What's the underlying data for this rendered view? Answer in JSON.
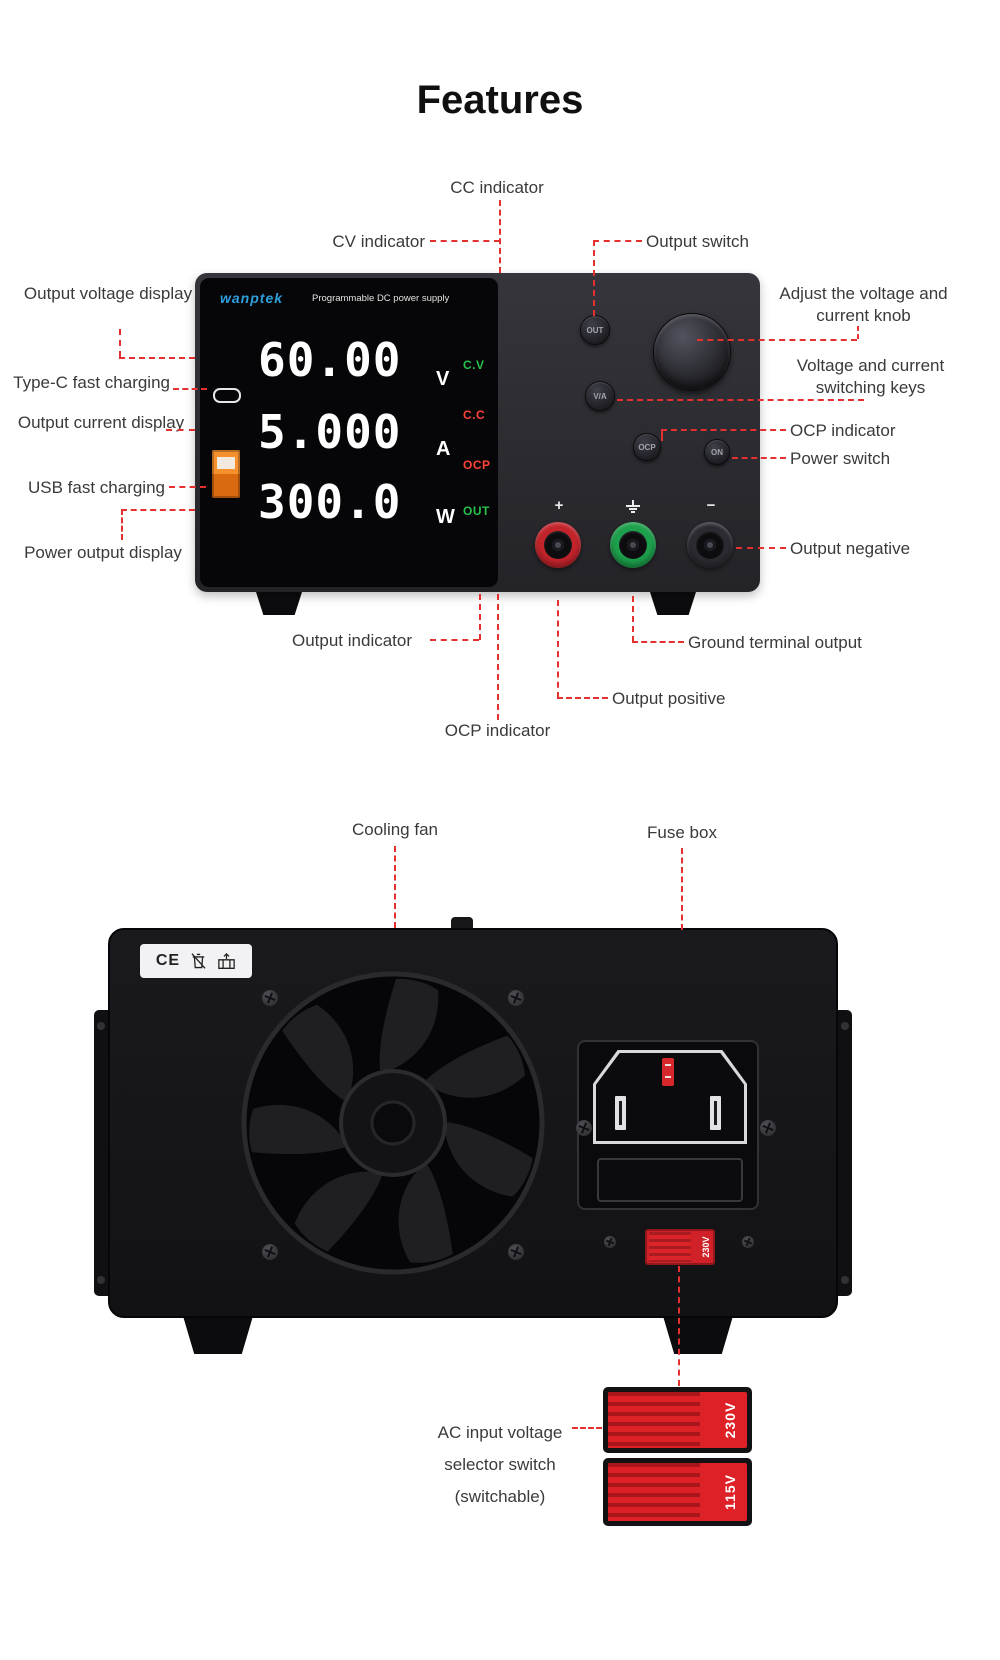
{
  "title": "Features",
  "front_panel": {
    "brand": "wanptek",
    "tagline": "Programmable DC power supply",
    "display": {
      "voltage_value": "60.00",
      "voltage_unit": "V",
      "current_value": "5.000",
      "current_unit": "A",
      "power_value": "300.0",
      "power_unit": "W",
      "cv": "C.V",
      "cc": "C.C",
      "ocp": "OCP",
      "out": "OUT"
    },
    "buttons": {
      "output": "OUT",
      "va": "V/A",
      "ocp": "OCP",
      "power": "ON"
    },
    "terminal_symbols": {
      "positive": "+",
      "negative": "−"
    }
  },
  "callouts_front": {
    "cc": "CC indicator",
    "cv": "CV indicator",
    "output_switch": "Output switch",
    "voltage_display": "Output voltage display",
    "knob": "Adjust the voltage and current knob",
    "switch_keys": "Voltage and current switching keys",
    "ocp_right": "OCP indicator",
    "power_switch": "Power switch",
    "typec": "Type-C fast charging",
    "current_display": "Output current display",
    "usb": "USB fast charging",
    "power_display": "Power output display",
    "output_negative": "Output negative",
    "output_indicator": "Output indicator",
    "ground_terminal": "Ground terminal output",
    "output_positive": "Output positive",
    "ocp_bottom": "OCP indicator"
  },
  "callouts_back": {
    "cooling_fan": "Cooling fan",
    "fuse_box": "Fuse box"
  },
  "ce_plate": {
    "ce": "CE"
  },
  "ac_selector": {
    "panel_switch_label": "230V",
    "line1": "AC input voltage",
    "line2": "selector switch",
    "line3": "(switchable)",
    "switch_230": "230V",
    "switch_115": "115V"
  },
  "colors": {
    "leader_red": "#e53030",
    "brand_blue": "#2f9fdc",
    "indicator_green": "#27c24c",
    "indicator_red": "#ff4339",
    "usb_orange": "#ef7f1a",
    "terminal_red": "#c3242b",
    "terminal_green": "#1da04c",
    "selector_red": "#dd2127"
  }
}
